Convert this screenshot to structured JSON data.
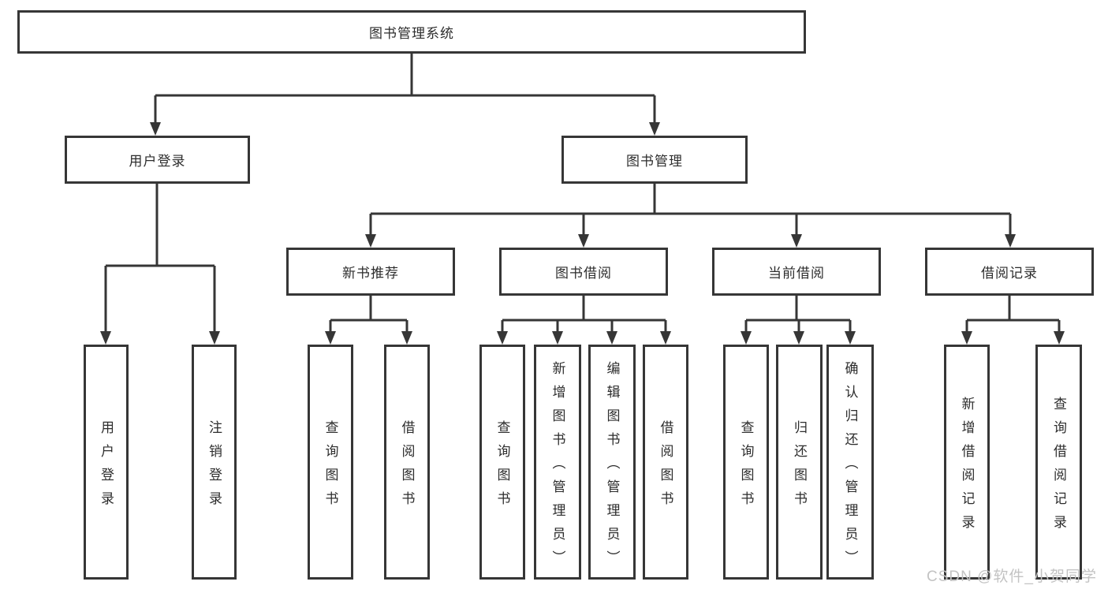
{
  "tree": {
    "root": {
      "label": "图书管理系统"
    },
    "level2": [
      {
        "label": "用户登录"
      },
      {
        "label": "图书管理"
      }
    ],
    "level3": [
      {
        "label": "新书推荐"
      },
      {
        "label": "图书借阅"
      },
      {
        "label": "当前借阅"
      },
      {
        "label": "借阅记录"
      }
    ],
    "leaves": {
      "user": [
        {
          "label": "用户登录"
        },
        {
          "label": "注销登录"
        }
      ],
      "newbook": [
        {
          "label": "查询图书"
        },
        {
          "label": "借阅图书"
        }
      ],
      "borrow": [
        {
          "label": "查询图书"
        },
        {
          "label": "新增图书（管理员）"
        },
        {
          "label": "编辑图书（管理员）"
        },
        {
          "label": "借阅图书"
        }
      ],
      "current": [
        {
          "label": "查询图书"
        },
        {
          "label": "归还图书"
        },
        {
          "label": "确认归还（管理员）"
        }
      ],
      "record": [
        {
          "label": "新增借阅记录"
        },
        {
          "label": "查询借阅记录"
        }
      ]
    }
  },
  "watermark": {
    "text": "CSDN @软件_小贺同学"
  },
  "colors": {
    "line": "#363636",
    "text": "#2d2d2d",
    "watermark": "#c3c3c3",
    "background": "#ffffff"
  }
}
